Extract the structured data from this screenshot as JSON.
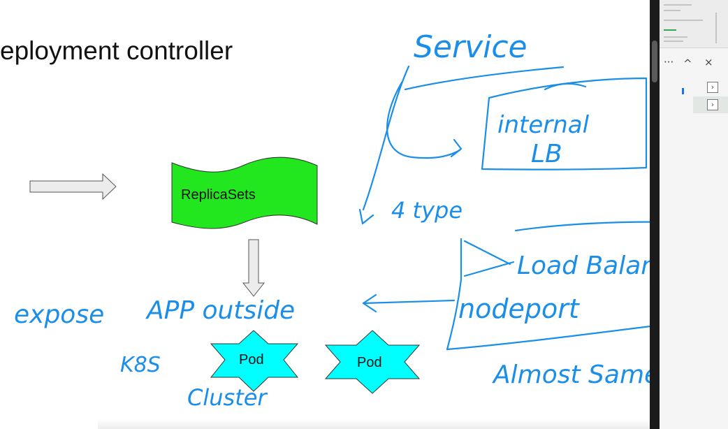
{
  "slide": {
    "title": "eployment controller",
    "replicasets_label": "ReplicaSets",
    "pod_label_1": "Pod",
    "pod_label_2": "Pod"
  },
  "annotations": {
    "service": "Service",
    "internal_lb_line1": "internal",
    "internal_lb_line2": "LB",
    "four_type": "4 type",
    "load_balancer": "Load Balancer",
    "nodeport": "nodeport",
    "expose": "expose",
    "app_outside": "APP outside",
    "k8s": "K8S",
    "cluster": "Cluster",
    "almost_same": "Almost Same",
    "ink_color": "#1a8ee8"
  },
  "side_panel": {
    "more_label": "···",
    "up_label": "^",
    "close_label": "×",
    "chevron_1": "›",
    "chevron_2": "›"
  },
  "colors": {
    "replicasets_fill": "#22e61e",
    "pod_fill": "#00ffff",
    "arrow_fill": "#ececec",
    "divider": "#1b1b1b"
  }
}
